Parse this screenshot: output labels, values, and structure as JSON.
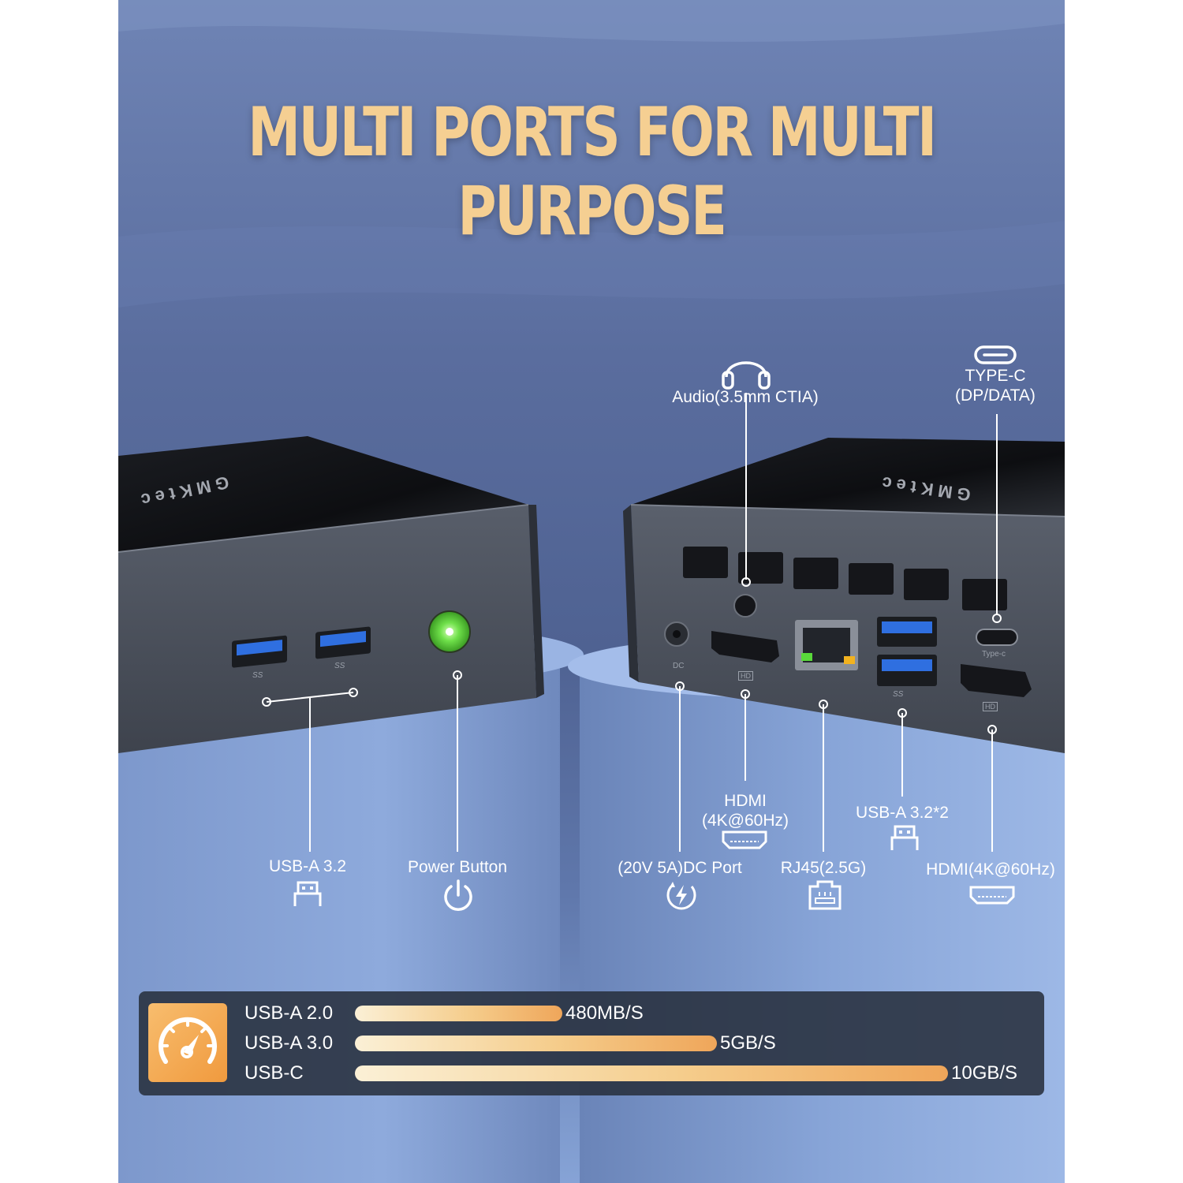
{
  "headline": "MULTI PORTS FOR MULTI PURPOSE",
  "brand_logo": "GMKtec",
  "front_ports": {
    "usb_a": "USB-A 3.2",
    "power": "Power Button"
  },
  "rear_ports": {
    "audio": "Audio(3.5mm CTIA)",
    "type_c_line1": "TYPE-C",
    "type_c_line2": "(DP/DATA)",
    "hdmi_line1": "HDMI",
    "hdmi_line2": "(4K@60Hz)",
    "usb_a_x2": "USB-A 3.2*2",
    "dc_port": "(20V 5A)DC Port",
    "rj45": "RJ45(2.5G)",
    "hdmi_right": "HDMI(4K@60Hz)"
  },
  "case_marks": {
    "dc": "DC",
    "typec": "Type-c",
    "hd": "HD",
    "ss": "SS"
  },
  "speeds": [
    {
      "name": "USB-A 2.0",
      "value": "480MB/S",
      "fraction": 0.35
    },
    {
      "name": "USB-A 3.0",
      "value": "5GB/S",
      "fraction": 0.61
    },
    {
      "name": "USB-C",
      "value": "10GB/S",
      "fraction": 1.0
    }
  ],
  "icons": [
    "headphones-icon",
    "usb-c-icon",
    "usb-a-icon",
    "power-icon",
    "hdmi-icon",
    "bolt-icon",
    "ethernet-icon",
    "speedometer-icon"
  ],
  "colors": {
    "headline": "#f5cf92",
    "accent_orange": "#f09a3e",
    "power_led": "#5fd43c",
    "background": "#5a6d9e"
  }
}
